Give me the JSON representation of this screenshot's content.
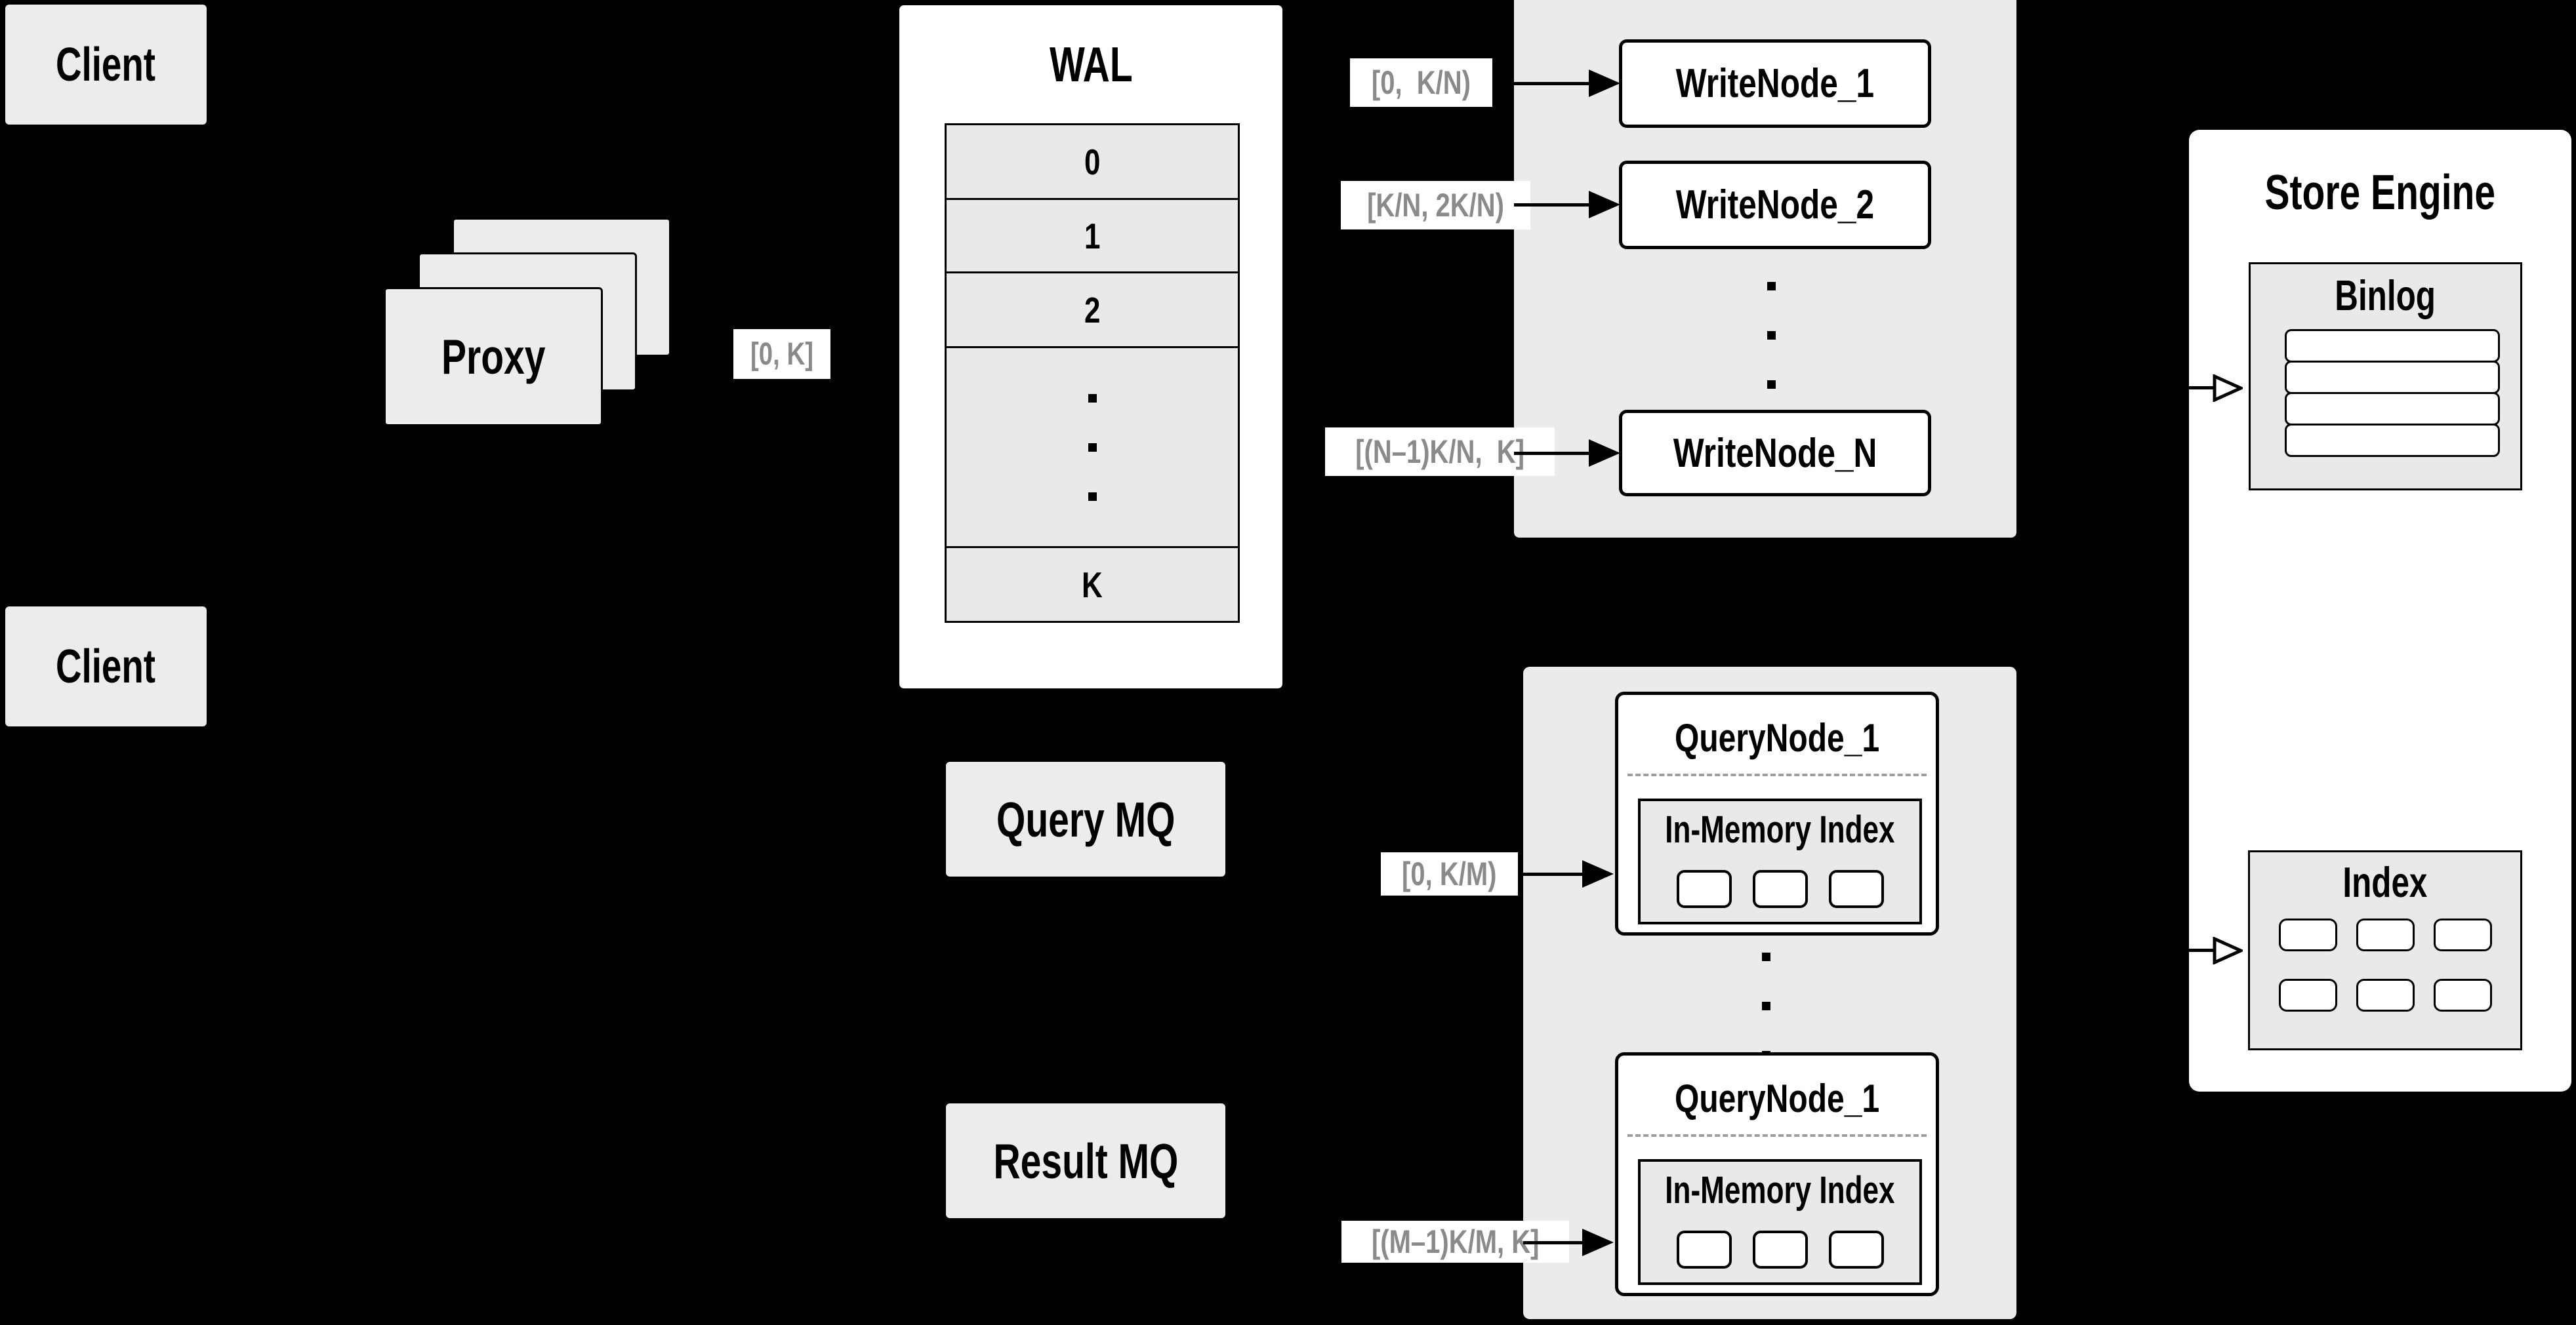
{
  "colors": {
    "background": "#000000",
    "panel_fill": "#ececec",
    "container_fill": "#ebebeb",
    "node_fill": "#ffffff",
    "border": "#000000",
    "range_text": "#8a8a8a"
  },
  "clients": {
    "top": "Client",
    "bottom": "Client"
  },
  "proxy": {
    "label": "Proxy",
    "range": "[0, K]",
    "stack_count": 3
  },
  "wal": {
    "title": "WAL",
    "segments": [
      "0",
      "1",
      "2"
    ],
    "ellipsis_dots": 3,
    "last_segment": "K"
  },
  "write_nodes": {
    "ellipsis_dots": 3,
    "nodes": [
      {
        "range": "[0,  K/N)",
        "label": "WriteNode_1"
      },
      {
        "range": "[K/N, 2K/N)",
        "label": "WriteNode_2"
      },
      {
        "range": "[(N–1)K/N,  K]",
        "label": "WriteNode_N"
      }
    ]
  },
  "store_engine": {
    "title": "Store Engine",
    "binlog": {
      "title": "Binlog",
      "rows": 4
    },
    "index": {
      "title": "Index",
      "rows": 2,
      "cols": 3
    }
  },
  "mq": {
    "query": "Query MQ",
    "result": "Result MQ"
  },
  "query_nodes": {
    "ellipsis_dots": 3,
    "nodes": [
      {
        "range": "[0, K/M)",
        "label": "QueryNode_1",
        "inner_title": "In-Memory Index",
        "cells": 3
      },
      {
        "range": "[(M–1)K/M, K]",
        "label": "QueryNode_1",
        "inner_title": "In-Memory Index",
        "cells": 3
      }
    ]
  }
}
